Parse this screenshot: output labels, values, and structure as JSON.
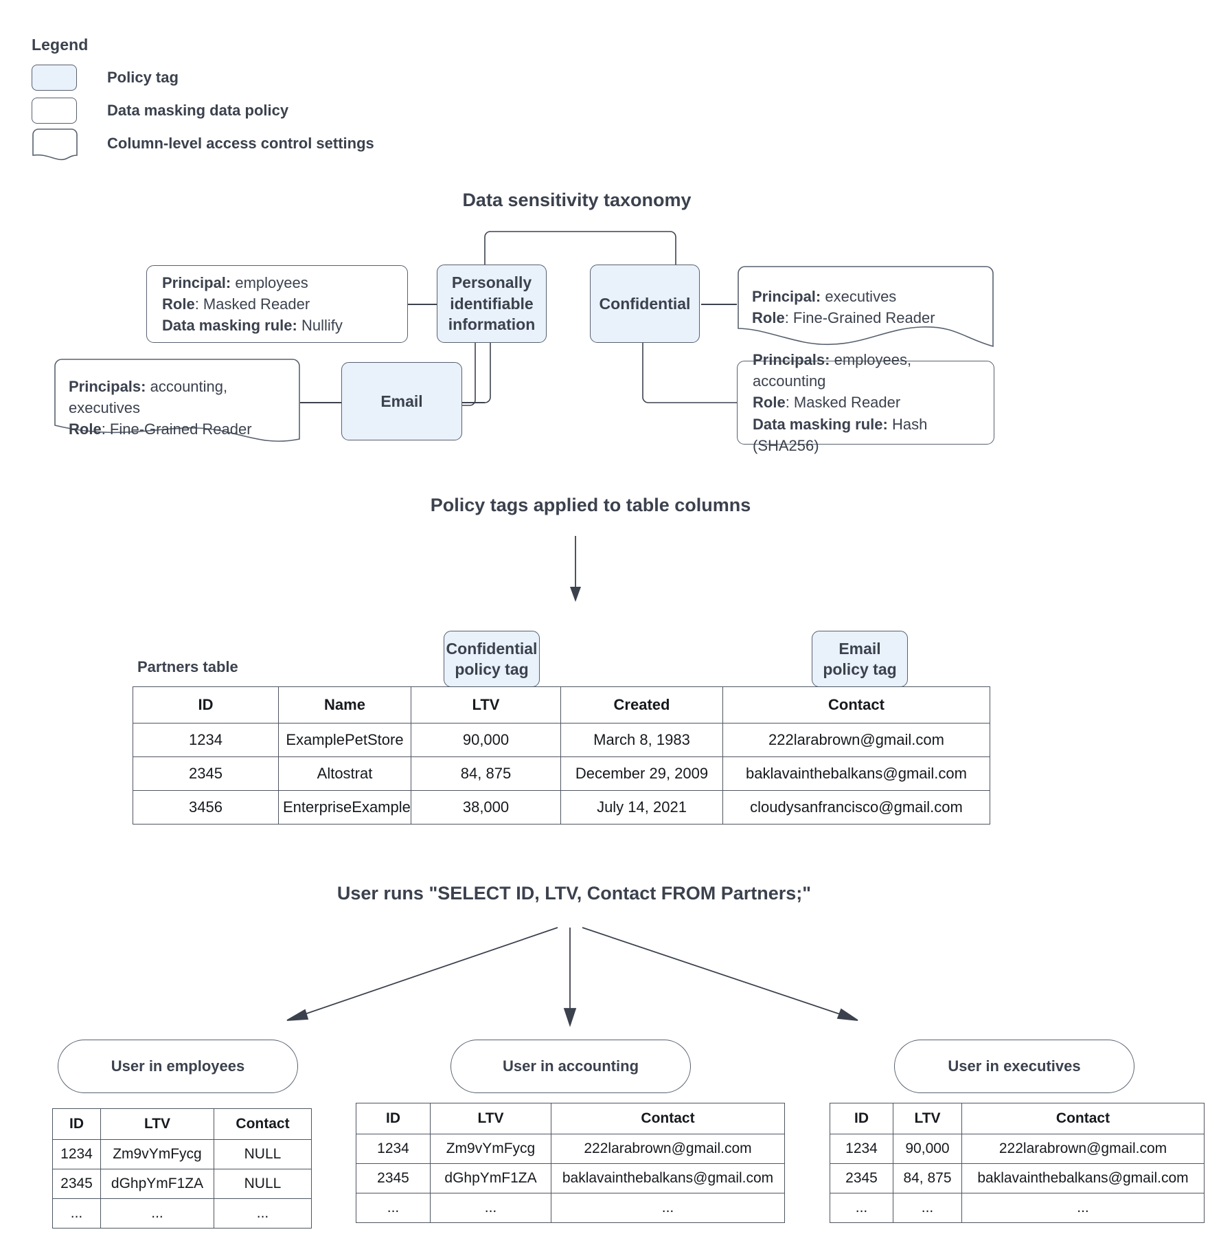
{
  "legend": {
    "title": "Legend",
    "items": [
      {
        "label": "Policy tag",
        "swatch": "policy-tag"
      },
      {
        "label": "Data masking data policy",
        "swatch": "data-masking-policy"
      },
      {
        "label": "Column-level access control settings",
        "swatch": "column-access-control"
      }
    ]
  },
  "sections": {
    "taxonomy_heading": "Data sensitivity taxonomy",
    "policy_tags_heading": "Policy tags applied to table columns",
    "query_heading": "User runs \"SELECT ID, LTV, Contact FROM Partners;\""
  },
  "taxonomy": {
    "tags": {
      "pii": "Personally identifiable information",
      "confidential": "Confidential",
      "email": "Email"
    },
    "policies": {
      "pii_masking": {
        "principal_label": "Principal:",
        "principal_value": " employees",
        "role_label": "Role",
        "role_value": ": Masked Reader",
        "rule_label": "Data masking rule:",
        "rule_value": " Nullify"
      },
      "email_access": {
        "principal_label": "Principals:",
        "principal_value": " accounting, executives",
        "role_label": "Role",
        "role_value": ": Fine-Grained Reader"
      },
      "confidential_access": {
        "principal_label": "Principal:",
        "principal_value": " executives",
        "role_label": "Role",
        "role_value": ": Fine-Grained Reader"
      },
      "confidential_masking": {
        "principal_label": "Principals:",
        "principal_value": " employees, accounting",
        "role_label": "Role",
        "role_value": ": Masked Reader",
        "rule_label": "Data masking rule:",
        "rule_value": " Hash (SHA256)"
      }
    }
  },
  "partners": {
    "caption": "Partners table",
    "tag_confidential": "Confidential\npolicy tag",
    "tag_confidential_line1": "Confidential",
    "tag_confidential_line2": "policy tag",
    "tag_email_line1": "Email",
    "tag_email_line2": "policy tag",
    "columns": [
      "ID",
      "Name",
      "LTV",
      "Created",
      "Contact"
    ],
    "rows": [
      [
        "1234",
        "ExamplePetStore",
        "90,000",
        "March 8, 1983",
        "222larabrown@gmail.com"
      ],
      [
        "2345",
        "Altostrat",
        "84, 875",
        "December 29, 2009",
        "baklavainthebalkans@gmail.com"
      ],
      [
        "3456",
        "EnterpriseExample",
        "38,000",
        "July 14, 2021",
        "cloudysanfrancisco@gmail.com"
      ]
    ]
  },
  "results": [
    {
      "pill": "User in employees",
      "columns": [
        "ID",
        "LTV",
        "Contact"
      ],
      "rows": [
        [
          "1234",
          "Zm9vYmFycg",
          "NULL"
        ],
        [
          "2345",
          "dGhpYmF1ZA",
          "NULL"
        ],
        [
          "...",
          "...",
          "..."
        ]
      ]
    },
    {
      "pill": "User in accounting",
      "columns": [
        "ID",
        "LTV",
        "Contact"
      ],
      "rows": [
        [
          "1234",
          "Zm9vYmFycg",
          "222larabrown@gmail.com"
        ],
        [
          "2345",
          "dGhpYmF1ZA",
          "baklavainthebalkans@gmail.com"
        ],
        [
          "...",
          "...",
          "..."
        ]
      ]
    },
    {
      "pill": "User in executives",
      "columns": [
        "ID",
        "LTV",
        "Contact"
      ],
      "rows": [
        [
          "1234",
          "90,000",
          "222larabrown@gmail.com"
        ],
        [
          "2345",
          "84, 875",
          "baklavainthebalkans@gmail.com"
        ],
        [
          "...",
          "...",
          "..."
        ]
      ]
    }
  ],
  "colors": {
    "tag_fill": "#e9f1fb",
    "stroke": "#56606e",
    "text": "#3b414d",
    "table_text": "#16191d"
  }
}
